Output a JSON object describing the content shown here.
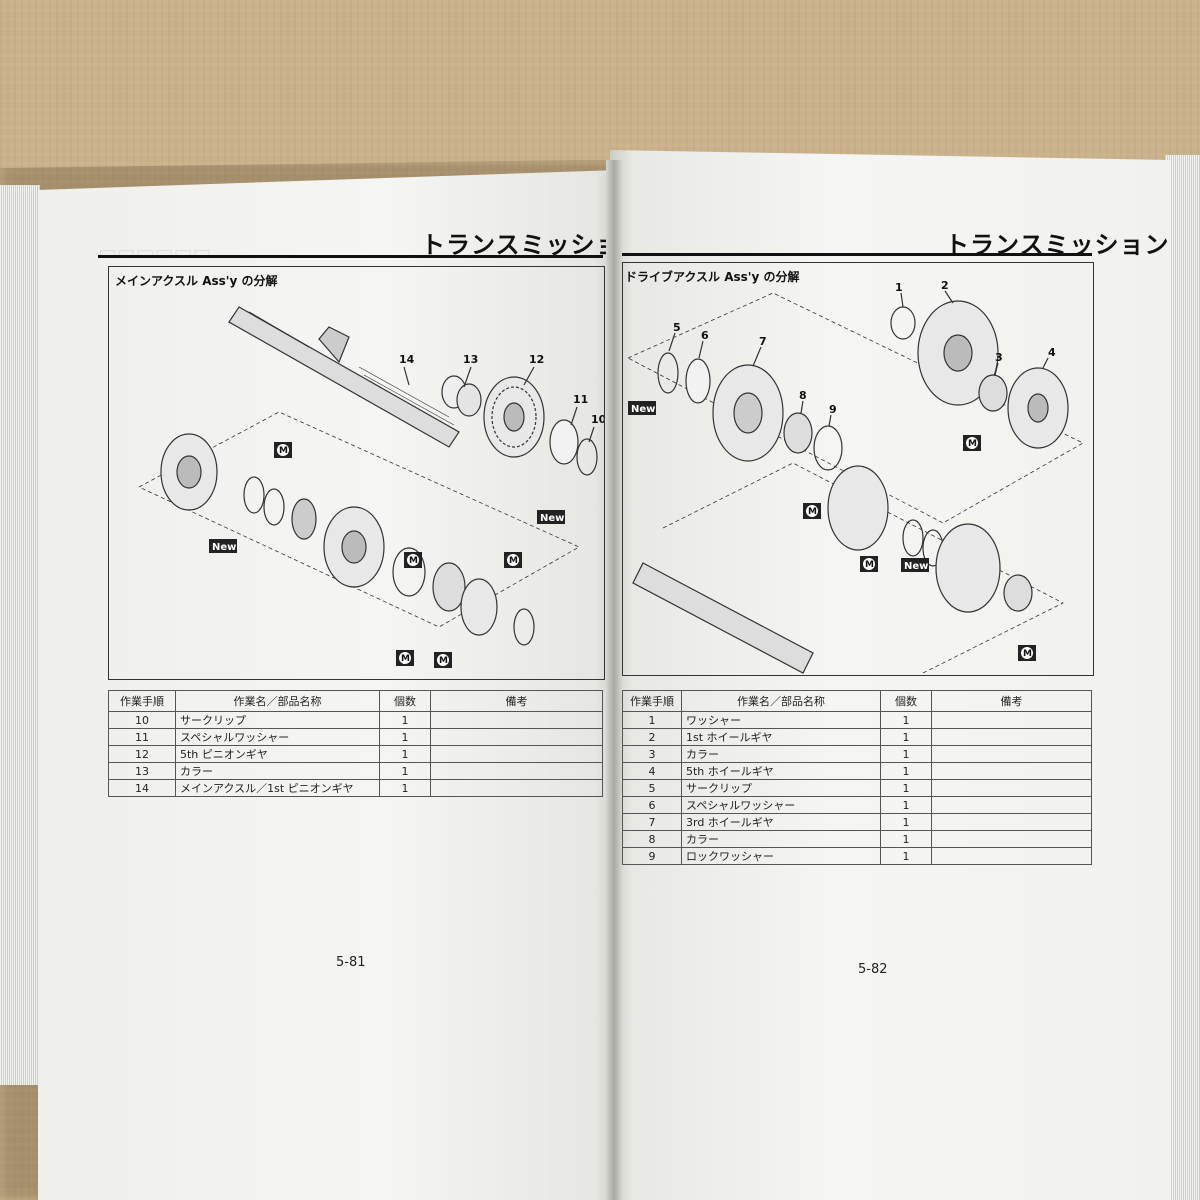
{
  "left_page": {
    "section_title": "トランスミッション",
    "panel_title": "メインアクスル Ass'y の分解",
    "callouts": [
      "14",
      "13",
      "12",
      "11",
      "10"
    ],
    "tags": {
      "new": "New",
      "moly": "M"
    },
    "table": {
      "headers": [
        "作業手順",
        "作業名／部品名称",
        "個数",
        "備考"
      ],
      "rows": [
        {
          "step": "10",
          "name": "サークリップ",
          "qty": "1",
          "note": ""
        },
        {
          "step": "11",
          "name": "スペシャルワッシャー",
          "qty": "1",
          "note": ""
        },
        {
          "step": "12",
          "name": "5th ピニオンギヤ",
          "qty": "1",
          "note": ""
        },
        {
          "step": "13",
          "name": "カラー",
          "qty": "1",
          "note": ""
        },
        {
          "step": "14",
          "name": "メインアクスル／1st ピニオンギヤ",
          "qty": "1",
          "note": ""
        }
      ]
    },
    "page_number": "5-81"
  },
  "right_page": {
    "section_title": "トランスミッション",
    "panel_title": "ドライブアクスル Ass'y の分解",
    "callouts": [
      "1",
      "2",
      "3",
      "4",
      "5",
      "6",
      "7",
      "8",
      "9"
    ],
    "tags": {
      "new": "New",
      "moly": "M"
    },
    "table": {
      "headers": [
        "作業手順",
        "作業名／部品名称",
        "個数",
        "備考"
      ],
      "rows": [
        {
          "step": "1",
          "name": "ワッシャー",
          "qty": "1",
          "note": ""
        },
        {
          "step": "2",
          "name": "1st ホイールギヤ",
          "qty": "1",
          "note": ""
        },
        {
          "step": "3",
          "name": "カラー",
          "qty": "1",
          "note": ""
        },
        {
          "step": "4",
          "name": "5th ホイールギヤ",
          "qty": "1",
          "note": ""
        },
        {
          "step": "5",
          "name": "サークリップ",
          "qty": "1",
          "note": ""
        },
        {
          "step": "6",
          "name": "スペシャルワッシャー",
          "qty": "1",
          "note": ""
        },
        {
          "step": "7",
          "name": "3rd ホイールギヤ",
          "qty": "1",
          "note": ""
        },
        {
          "step": "8",
          "name": "カラー",
          "qty": "1",
          "note": ""
        },
        {
          "step": "9",
          "name": "ロックワッシャー",
          "qty": "1",
          "note": ""
        }
      ]
    },
    "page_number": "5-82"
  }
}
